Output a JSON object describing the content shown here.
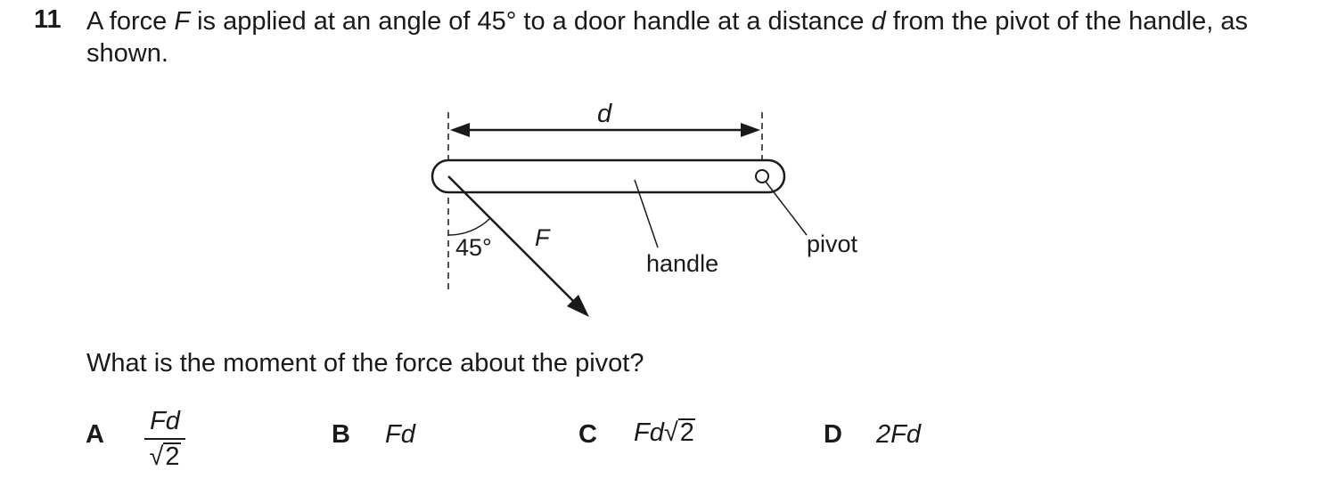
{
  "question": {
    "number": "11",
    "text_parts": [
      "A force ",
      "F",
      " is applied at an angle of 45° to a door handle at a distance ",
      "d",
      " from the pivot of the handle, as shown."
    ]
  },
  "diagram": {
    "label_d": "d",
    "label_F": "F",
    "label_angle": "45°",
    "label_handle": "handle",
    "label_pivot": "pivot"
  },
  "prompt": "What is the moment of the force about the pivot?",
  "options": {
    "A": {
      "letter": "A",
      "numerator": "Fd",
      "radical": "√",
      "radicand": "2"
    },
    "B": {
      "letter": "B",
      "text": "Fd"
    },
    "C": {
      "letter": "C",
      "text": "Fd",
      "radical": "√",
      "radicand": "2"
    },
    "D": {
      "letter": "D",
      "text": "2Fd"
    }
  }
}
